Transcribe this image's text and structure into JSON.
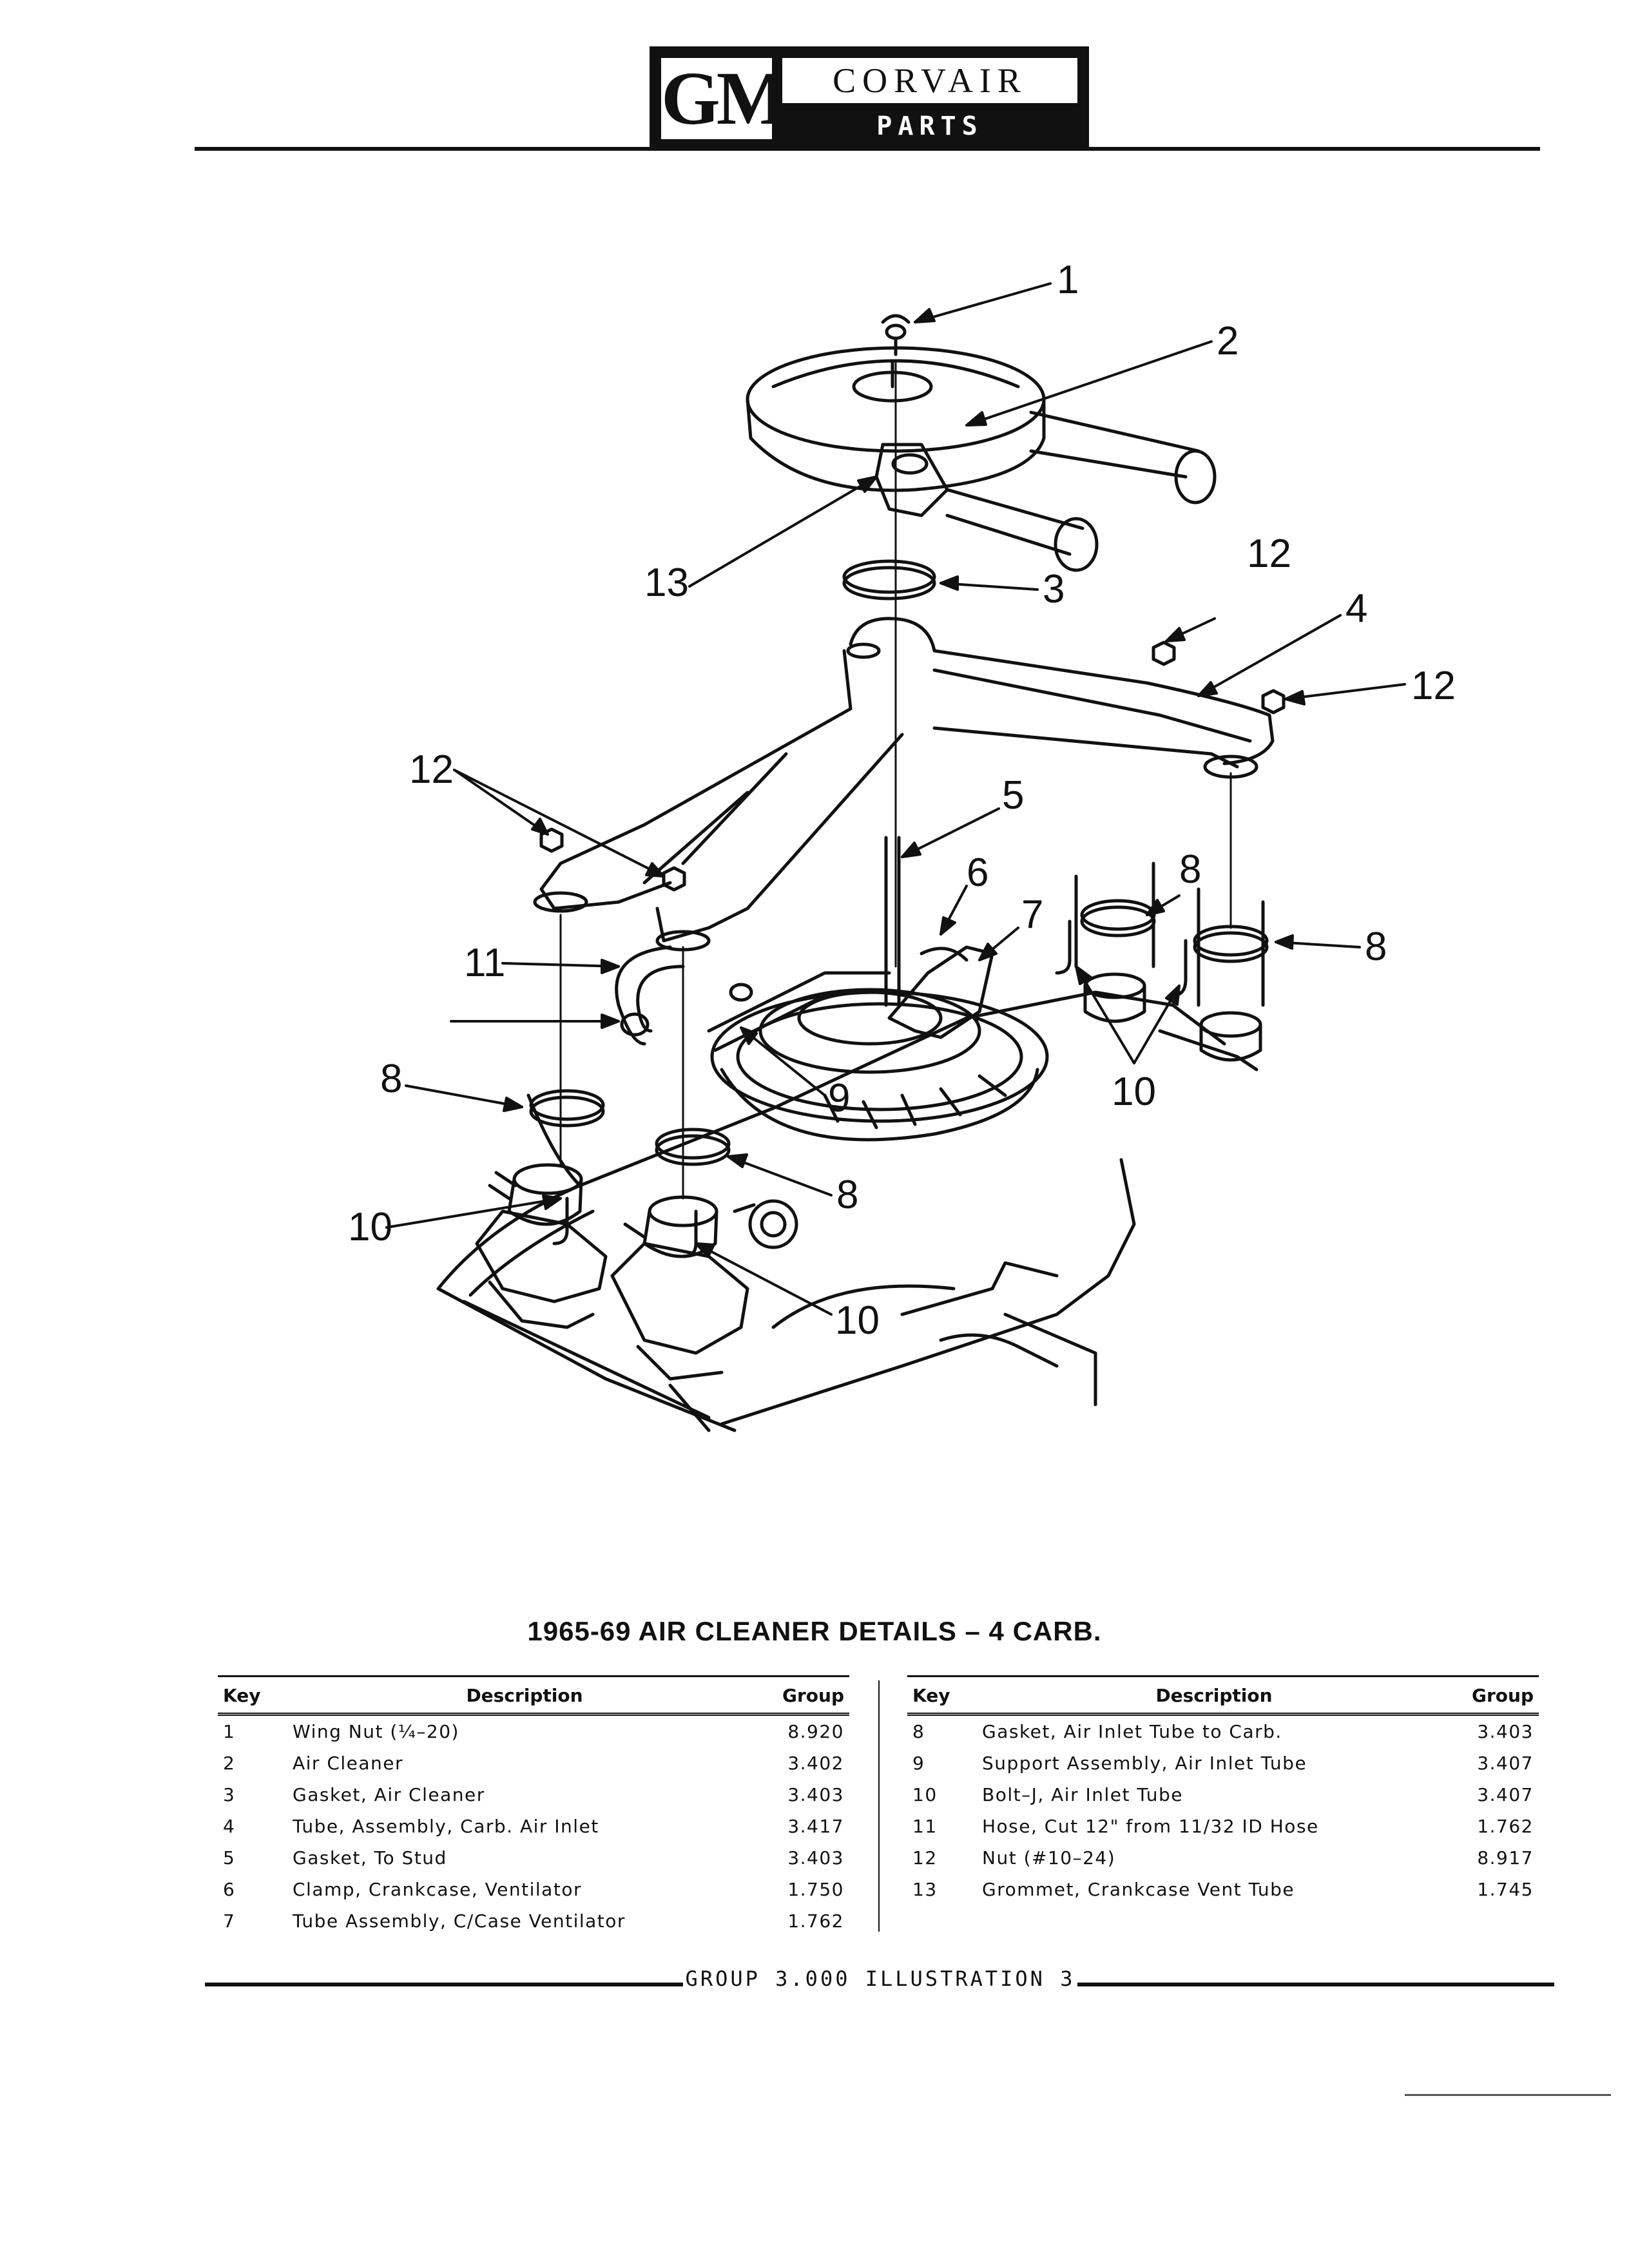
{
  "header": {
    "brand": "GM",
    "title": "CORVAIR",
    "subtitle": "PARTS CATALOGUE"
  },
  "diagram": {
    "callouts": [
      "1",
      "2",
      "3",
      "4",
      "5",
      "6",
      "7",
      "8",
      "8",
      "8",
      "8",
      "9",
      "10",
      "10",
      "10",
      "10",
      "11",
      "12",
      "12",
      "12",
      "13"
    ]
  },
  "table": {
    "title": "1965-69 AIR CLEANER DETAILS – 4 CARB.",
    "headers": {
      "key": "Key",
      "description": "Description",
      "group": "Group"
    },
    "left_rows": [
      {
        "key": "1",
        "description": "Wing Nut (¼–20)",
        "group": "8.920"
      },
      {
        "key": "2",
        "description": "Air Cleaner",
        "group": "3.402"
      },
      {
        "key": "3",
        "description": "Gasket, Air Cleaner",
        "group": "3.403"
      },
      {
        "key": "4",
        "description": "Tube, Assembly, Carb. Air Inlet",
        "group": "3.417"
      },
      {
        "key": "5",
        "description": "Gasket, To Stud",
        "group": "3.403"
      },
      {
        "key": "6",
        "description": "Clamp, Crankcase, Ventilator",
        "group": "1.750"
      },
      {
        "key": "7",
        "description": "Tube Assembly, C/Case Ventilator",
        "group": "1.762"
      }
    ],
    "right_rows": [
      {
        "key": "8",
        "description": "Gasket, Air Inlet Tube to Carb.",
        "group": "3.403"
      },
      {
        "key": "9",
        "description": "Support Assembly, Air Inlet Tube",
        "group": "3.407"
      },
      {
        "key": "10",
        "description": "Bolt–J, Air Inlet Tube",
        "group": "3.407"
      },
      {
        "key": "11",
        "description": "Hose, Cut 12\" from 11/32 ID Hose",
        "group": "1.762"
      },
      {
        "key": "12",
        "description": "Nut (#10–24)",
        "group": "8.917"
      },
      {
        "key": "13",
        "description": "Grommet, Crankcase Vent Tube",
        "group": "1.745"
      }
    ]
  },
  "footer": {
    "label": "GROUP 3.000 ILLUSTRATION 3"
  }
}
